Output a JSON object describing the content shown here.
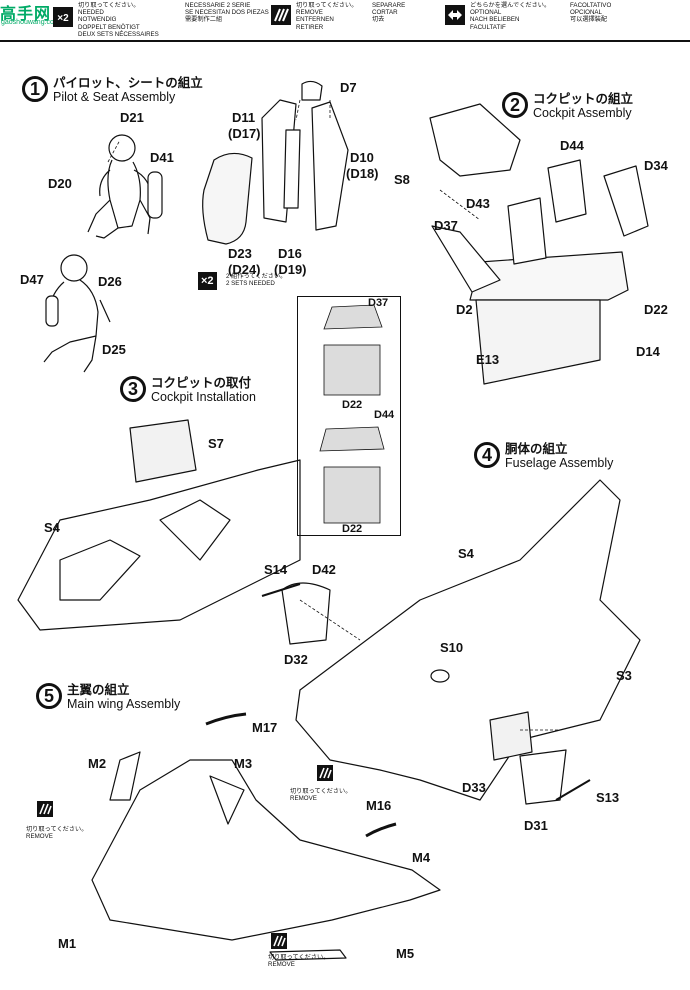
{
  "watermark": {
    "logo": "高手网",
    "sub": "gaoshouwang.com"
  },
  "header": {
    "cells": [
      {
        "text": "切り取ってください。\nNEEDED\nNOTWENDIG\nDOPPELT BENÖTIGT\nDEUX SETS NÉCESSAIRES"
      },
      {
        "text": "NECESSARIE 2 SERIE\nSE NECESITAN DOS PIEZAS\n需要制作二組"
      },
      {
        "text": "切り取ってください。\nREMOVE\nENTFERNEN\nRETIRER"
      },
      {
        "text": "SEPARARE\nCORTAR\n切去"
      },
      {
        "text": "どちらかを選んでください。\nOPTIONAL\nNACH BELIEBEN\nFACULTATIF"
      },
      {
        "text": "FACOLTATIVO\nOPCIONAL\n可以選擇裝配"
      }
    ]
  },
  "steps": [
    {
      "num": "1",
      "jp": "パイロット、シートの組立",
      "en": "Pilot & Seat Assembly"
    },
    {
      "num": "2",
      "jp": "コクピットの組立",
      "en": "Cockpit Assembly"
    },
    {
      "num": "3",
      "jp": "コクピットの取付",
      "en": "Cockpit Installation"
    },
    {
      "num": "4",
      "jp": "胴体の組立",
      "en": "Fuselage Assembly"
    },
    {
      "num": "5",
      "jp": "主翼の組立",
      "en": "Main wing Assembly"
    }
  ],
  "parts": {
    "D21": "D21",
    "D41": "D41",
    "D20": "D20",
    "D47": "D47",
    "D26": "D26",
    "D25": "D25",
    "D7": "D7",
    "D11": "D11",
    "D17": "(D17)",
    "D10": "D10",
    "D18": "(D18)",
    "D23": "D23",
    "D24": "(D24)",
    "D16": "D16",
    "D19": "(D19)",
    "D44": "D44",
    "D34": "D34",
    "S8": "S8",
    "D43": "D43",
    "D37": "D37",
    "D2": "D2",
    "E13": "E13",
    "D22": "D22",
    "D14": "D14",
    "S7": "S7",
    "S4a": "S4",
    "S14": "S14",
    "D42": "D42",
    "D32": "D32",
    "S4b": "S4",
    "S10": "S10",
    "S3": "S3",
    "D33": "D33",
    "D31": "D31",
    "S13": "S13",
    "M17": "M17",
    "M2": "M2",
    "M3": "M3",
    "M16": "M16",
    "M4": "M4",
    "M1": "M1",
    "M5": "M5",
    "inset_D37": "D37",
    "inset_D22a": "D22",
    "inset_D44": "D44",
    "inset_D22b": "D22"
  },
  "x2": {
    "mark": "×2",
    "note": "2 組作ってください。\n2 SETS NEEDED"
  },
  "remove_note": "切り取ってください。\nREMOVE",
  "remove_note2": "切り取ってください。\nREMOVE",
  "remove_note3": "切り取ってください。\nREMOVE"
}
